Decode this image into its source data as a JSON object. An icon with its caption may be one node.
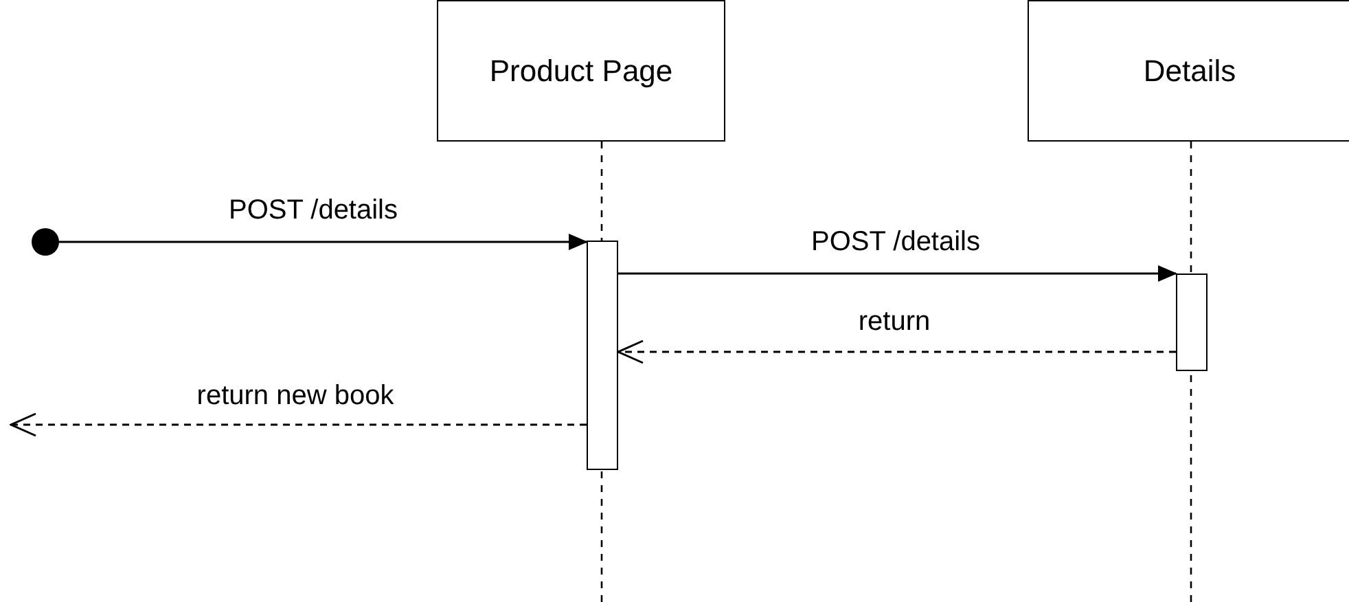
{
  "diagram": {
    "nodes": [
      {
        "text": [
          "Product Page"
        ]
      },
      {
        "text": [
          "Details"
        ]
      },
      {
        "text": [],
        "shape": "circle"
      },
      {
        "text": [],
        "shape": "bar"
      },
      {
        "text": [],
        "shape": "bar"
      }
    ],
    "edges": [
      {
        "from": 2,
        "to": 3,
        "arrow": "to",
        "label": "POST /details"
      },
      {
        "from": 3,
        "to": 4,
        "arrow": "to",
        "label": "POST /details"
      },
      {
        "from": 4,
        "to": 3,
        "arrow": "to",
        "label": "return",
        "style": "dashed"
      },
      {
        "from": 3,
        "to": null,
        "arrow": "to",
        "label": "return new book",
        "style": "dashed"
      }
    ]
  }
}
